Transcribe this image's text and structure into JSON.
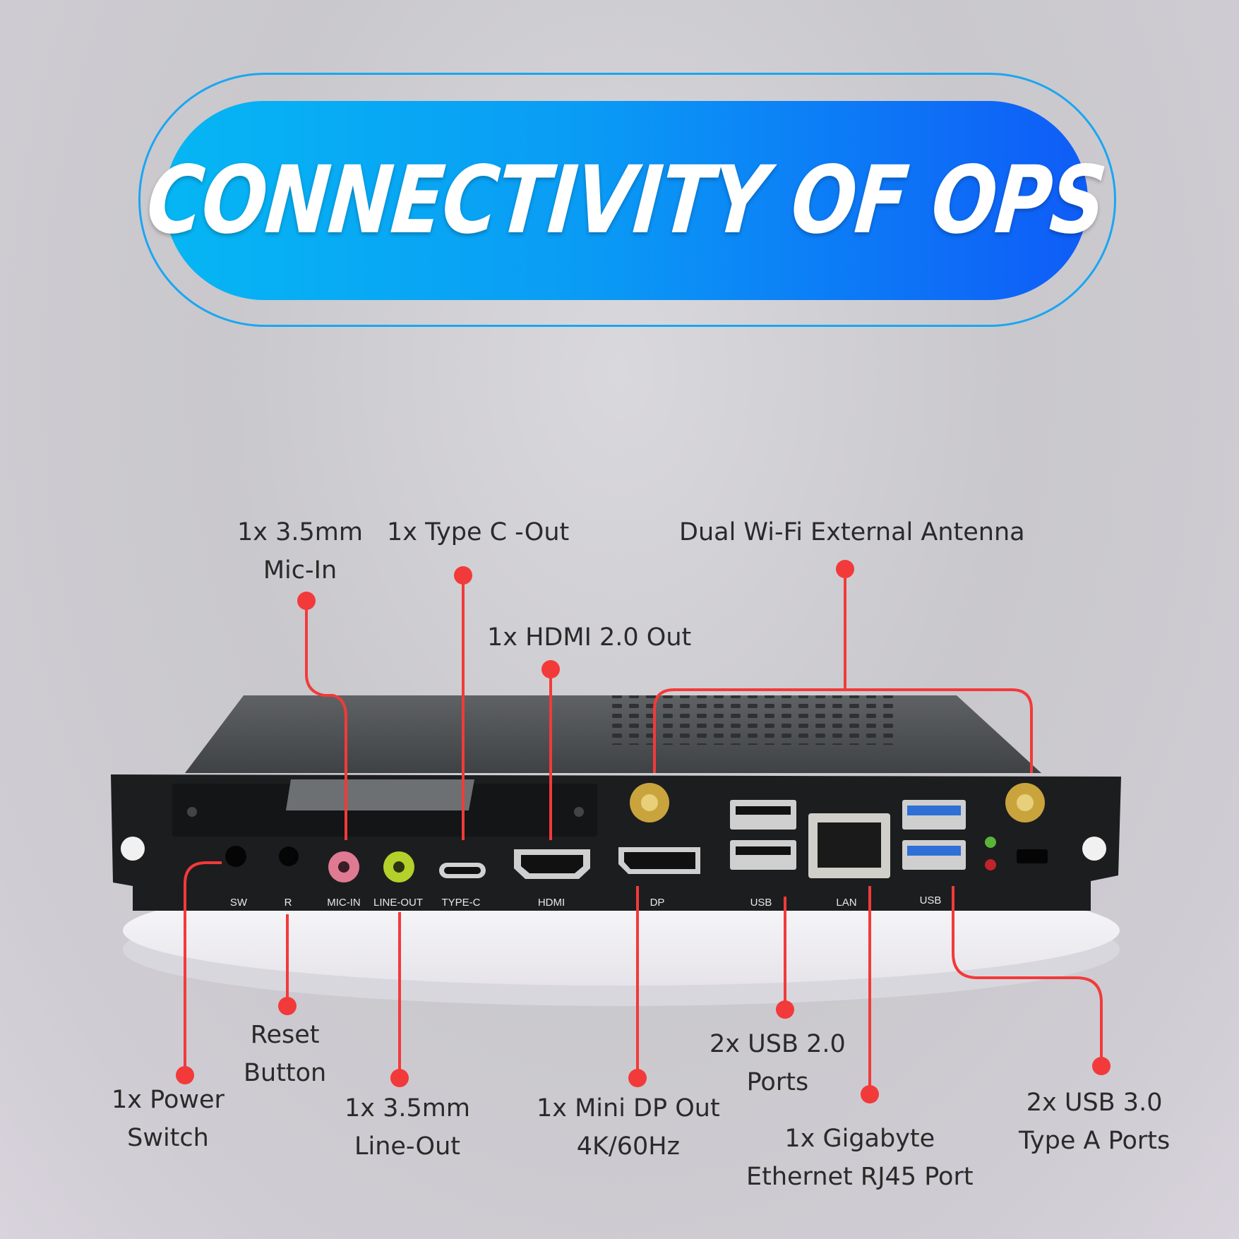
{
  "title": "CONNECTIVITY OF OPS",
  "device": {
    "port_labels": [
      "SW",
      "R",
      "MIC-IN",
      "LINE-OUT",
      "TYPE-C",
      "HDMI",
      "DP",
      "USB",
      "LAN",
      "USB"
    ]
  },
  "callouts": {
    "mic_in": [
      "1x 3.5mm",
      "Mic-In"
    ],
    "type_c": [
      "1x Type C -Out"
    ],
    "hdmi": [
      "1x HDMI 2.0 Out"
    ],
    "antenna": [
      "Dual Wi-Fi External Antenna"
    ],
    "power_switch": [
      "1x Power",
      "Switch"
    ],
    "reset": [
      "Reset",
      "Button"
    ],
    "line_out": [
      "1x 3.5mm",
      "Line-Out"
    ],
    "mini_dp": [
      "1x Mini DP Out",
      "4K/60Hz"
    ],
    "usb2": [
      "2x USB 2.0",
      "Ports"
    ],
    "lan": [
      "1x Gigabyte",
      "Ethernet RJ45 Port"
    ],
    "usb3": [
      "2x USB 3.0",
      "Type A Ports"
    ]
  },
  "colors": {
    "accent": "#f23a3a",
    "pill_start": "#06b6f3",
    "pill_end": "#0f5cf7",
    "device_body": "#1c1d1f"
  }
}
